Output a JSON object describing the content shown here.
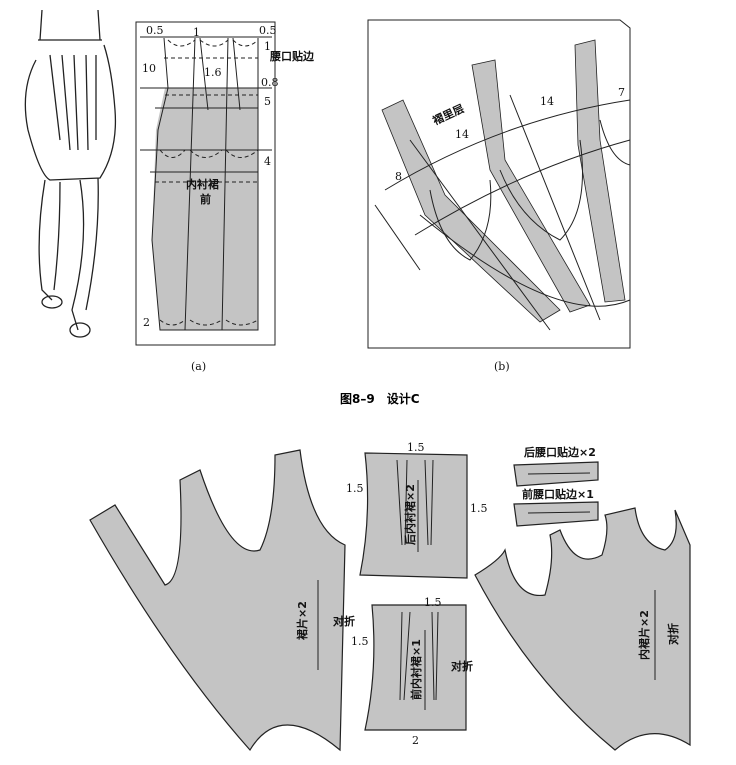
{
  "figure_a": {
    "caption": "(a)",
    "labels": {
      "top_left": "0.5",
      "top_mid": "1",
      "top_right": "0.5",
      "right_1": "1",
      "waist_facing": "腰口贴边",
      "left_10": "10",
      "dart": "1.6",
      "right_08": "0.8",
      "right_5": "5",
      "right_4": "4",
      "lining_1": "内衬裙",
      "lining_2": "前",
      "hem": "2"
    }
  },
  "figure_b": {
    "caption": "(b)",
    "labels": {
      "fold_layer": "褶里层",
      "w8": "8",
      "w14a": "14",
      "w14b": "14",
      "w7": "7"
    }
  },
  "figure_title": "图8–9　设计C",
  "pieces": {
    "skirt": {
      "label": "裙片×2",
      "fold": "对折"
    },
    "back_lining": {
      "label": "后内衬裙×2",
      "top": "1.5",
      "left": "1.5",
      "right": "1.5"
    },
    "front_lining": {
      "label": "前内衬裙×1",
      "top": "1.5",
      "left": "1.5",
      "bottom": "2",
      "fold": "对折"
    },
    "back_facing": {
      "label": "后腰口贴边×2"
    },
    "front_facing": {
      "label": "前腰口贴边×1"
    },
    "inner_piece": {
      "label": "内裙片×2",
      "fold": "对折"
    }
  }
}
